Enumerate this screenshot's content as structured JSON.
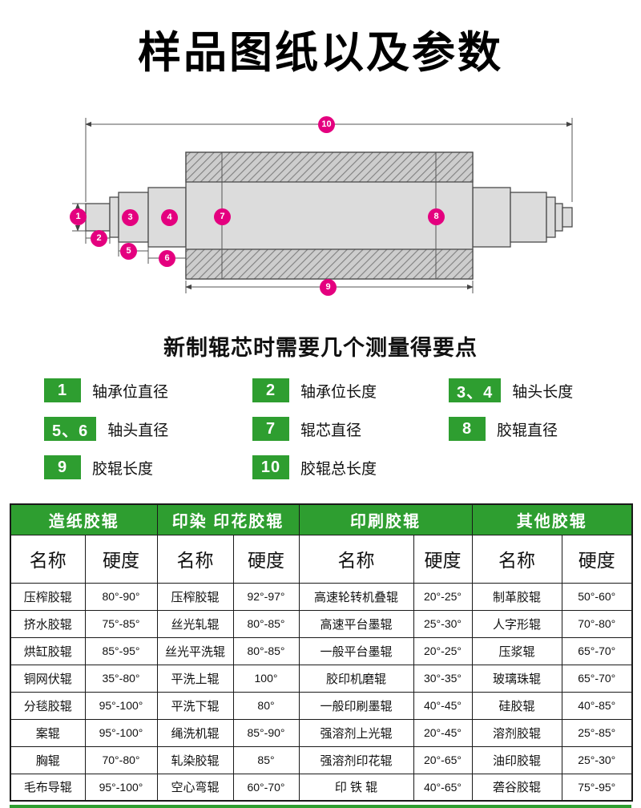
{
  "page": {
    "title": "样品图纸以及参数",
    "subtitle": "新制辊芯时需要几个测量得要点"
  },
  "colors": {
    "green": "#2e9e30",
    "pink": "#e4007f"
  },
  "diagram": {
    "markers": [
      "1",
      "2",
      "3",
      "4",
      "5",
      "6",
      "7",
      "8",
      "9",
      "10"
    ]
  },
  "legend": {
    "items": [
      {
        "num": "1",
        "label": "轴承位直径"
      },
      {
        "num": "2",
        "label": "轴承位长度"
      },
      {
        "num": "3、4",
        "label": "轴头长度"
      },
      {
        "num": "5、6",
        "label": "轴头直径"
      },
      {
        "num": "7",
        "label": "辊芯直径"
      },
      {
        "num": "8",
        "label": "胶辊直径"
      },
      {
        "num": "9",
        "label": "胶辊长度"
      },
      {
        "num": "10",
        "label": "胶辊总长度"
      }
    ]
  },
  "table": {
    "groups": [
      {
        "title": "造纸胶辊",
        "headers": [
          "名称",
          "硬度"
        ],
        "rows": [
          {
            "name": "压榨胶辊",
            "hardness": "80°-90°"
          },
          {
            "name": "挤水胶辊",
            "hardness": "75°-85°"
          },
          {
            "name": "烘缸胶辊",
            "hardness": "85°-95°"
          },
          {
            "name": "铜网伏辊",
            "hardness": "35°-80°"
          },
          {
            "name": "分毯胶辊",
            "hardness": "95°-100°"
          },
          {
            "name": "案辊",
            "hardness": "95°-100°"
          },
          {
            "name": "胸辊",
            "hardness": "70°-80°"
          },
          {
            "name": "毛布导辊",
            "hardness": "95°-100°"
          }
        ]
      },
      {
        "title": "印染 印花胶辊",
        "headers": [
          "名称",
          "硬度"
        ],
        "rows": [
          {
            "name": "压榨胶辊",
            "hardness": "92°-97°"
          },
          {
            "name": "丝光轧辊",
            "hardness": "80°-85°"
          },
          {
            "name": "丝光平洗辊",
            "hardness": "80°-85°"
          },
          {
            "name": "平洗上辊",
            "hardness": "100°"
          },
          {
            "name": "平洗下辊",
            "hardness": "80°"
          },
          {
            "name": "绳洗机辊",
            "hardness": "85°-90°"
          },
          {
            "name": "轧染胶辊",
            "hardness": "85°"
          },
          {
            "name": "空心弯辊",
            "hardness": "60°-70°"
          }
        ]
      },
      {
        "title": "印刷胶辊",
        "headers": [
          "名称",
          "硬度"
        ],
        "rows": [
          {
            "name": "高速轮转机叠辊",
            "hardness": "20°-25°"
          },
          {
            "name": "高速平台墨辊",
            "hardness": "25°-30°"
          },
          {
            "name": "一般平台墨辊",
            "hardness": "20°-25°"
          },
          {
            "name": "胶印机磨辊",
            "hardness": "30°-35°"
          },
          {
            "name": "一般印刷墨辊",
            "hardness": "40°-45°"
          },
          {
            "name": "强溶剂上光辊",
            "hardness": "20°-45°"
          },
          {
            "name": "强溶剂印花辊",
            "hardness": "20°-65°"
          },
          {
            "name": "印 铁 辊",
            "hardness": "40°-65°"
          }
        ]
      },
      {
        "title": "其他胶辊",
        "headers": [
          "名称",
          "硬度"
        ],
        "rows": [
          {
            "name": "制革胶辊",
            "hardness": "50°-60°"
          },
          {
            "name": "人字形辊",
            "hardness": "70°-80°"
          },
          {
            "name": "压浆辊",
            "hardness": "65°-70°"
          },
          {
            "name": "玻璃珠辊",
            "hardness": "65°-70°"
          },
          {
            "name": "硅胶辊",
            "hardness": "40°-85°"
          },
          {
            "name": "溶剂胶辊",
            "hardness": "25°-85°"
          },
          {
            "name": "油印胶辊",
            "hardness": "25°-30°"
          },
          {
            "name": "砻谷胶辊",
            "hardness": "75°-95°"
          }
        ]
      }
    ]
  }
}
